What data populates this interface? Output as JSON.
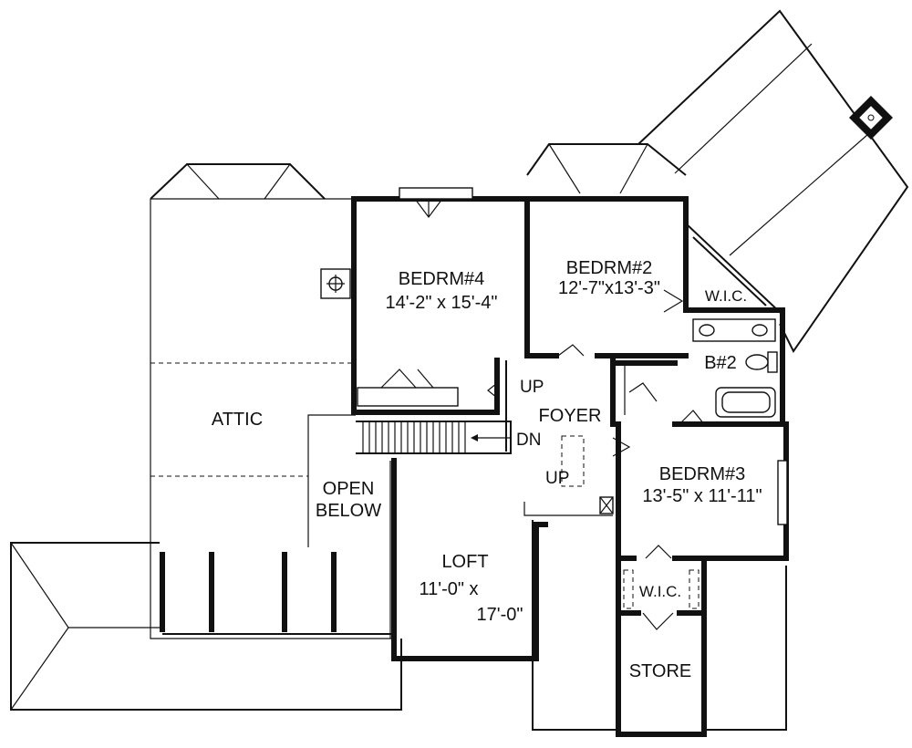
{
  "rooms": {
    "bedroom4": {
      "name": "BEDRM#4",
      "dims": "14'-2\" x 15'-4\""
    },
    "bedroom2": {
      "name": "BEDRM#2",
      "dims": "12'-7\"x13'-3\""
    },
    "bedroom3": {
      "name": "BEDRM#3",
      "dims": "13'-5\" x 11'-11\""
    },
    "loft": {
      "name": "LOFT",
      "dims_line1": "11'-0\" x",
      "dims_line2": "17'-0\""
    },
    "attic": {
      "name": "ATTIC"
    },
    "open_below": {
      "line1": "OPEN",
      "line2": "BELOW"
    },
    "foyer": {
      "name": "FOYER"
    },
    "bath2": {
      "name": "B#2"
    },
    "wic_bed2": {
      "name": "W.I.C."
    },
    "wic_bed3": {
      "name": "W.I.C."
    },
    "store": {
      "name": "STORE"
    }
  },
  "stairs": {
    "up_top": "UP",
    "down": "DN",
    "up_bottom": "UP"
  }
}
